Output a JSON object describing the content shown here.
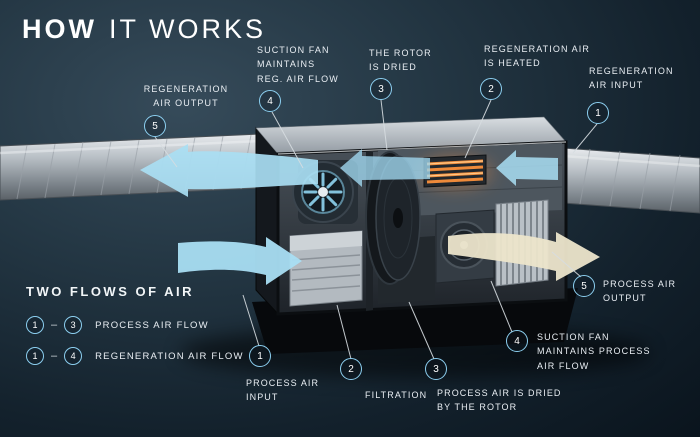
{
  "title": {
    "part1": "HOW",
    "part2": "IT WORKS"
  },
  "callouts": {
    "regen_output": {
      "num": "5",
      "label": "REGENERATION\nAIR OUTPUT"
    },
    "suction_fan_reg": {
      "num": "4",
      "label": "SUCTION FAN\nMAINTAINS\nREG. AIR FLOW"
    },
    "rotor_dried": {
      "num": "3",
      "label": "THE ROTOR\nIS DRIED"
    },
    "regen_heated": {
      "num": "2",
      "label": "REGENERATION AIR\nIS HEATED"
    },
    "regen_input": {
      "num": "1",
      "label": "REGENERATION\nAIR INPUT"
    },
    "process_output": {
      "num": "5",
      "label": "PROCESS AIR\nOUTPUT"
    },
    "suction_fan_process": {
      "num": "4",
      "label": "SUCTION FAN\nMAINTAINS PROCESS\nAIR FLOW"
    },
    "process_dried": {
      "num": "3",
      "label": "PROCESS AIR IS DRIED\nBY THE ROTOR"
    },
    "filtration": {
      "num": "2",
      "label": "FILTRATION"
    },
    "process_input": {
      "num": "1",
      "label": "PROCESS AIR\nINPUT"
    }
  },
  "legend": {
    "title": "TWO FLOWS OF AIR",
    "rows": [
      {
        "from": "1",
        "dash": "–",
        "to": "3",
        "label": "PROCESS AIR FLOW"
      },
      {
        "from": "1",
        "dash": "–",
        "to": "4",
        "label": "REGENERATION AIR FLOW"
      }
    ]
  },
  "colors": {
    "accent_circle": "#8ccff0",
    "flow_blue": "#a9def3",
    "flow_cream": "#ece5cb",
    "heater_orange": "#ef8a3a",
    "text": "#e9eef3",
    "background": "#16242f"
  }
}
